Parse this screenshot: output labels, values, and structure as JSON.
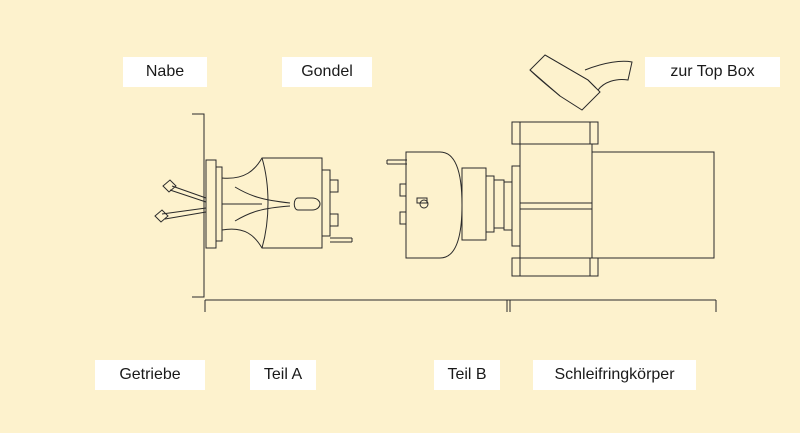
{
  "labels": {
    "nabe": "Nabe",
    "gondel": "Gondel",
    "top_box": "zur Top Box",
    "getriebe": "Getriebe",
    "teil_a": "Teil A",
    "teil_b": "Teil B",
    "schleifring": "Schleifringkörper"
  },
  "colors": {
    "background": "#fdf2cd",
    "line": "#2a2a2a",
    "label_bg": "#ffffff"
  }
}
